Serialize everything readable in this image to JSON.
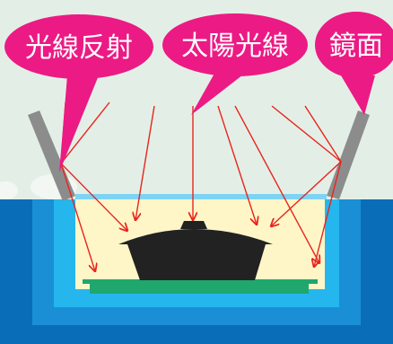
{
  "callouts": {
    "reflection": "光線反射",
    "sunlight": "太陽光線",
    "mirror": "鏡面"
  },
  "colors": {
    "background": "#e3efe6",
    "callout": "#ec1a84",
    "ray": "#e8241f",
    "mirror": "#8c8c8c",
    "box_outer": "#0a6db8",
    "box_middle": "#1a8fd6",
    "box_inner": "#25b6ee",
    "interior": "#fff6c8",
    "glass": "#7ed3f2",
    "pot": "#222222",
    "plate": "#1fa76d"
  }
}
